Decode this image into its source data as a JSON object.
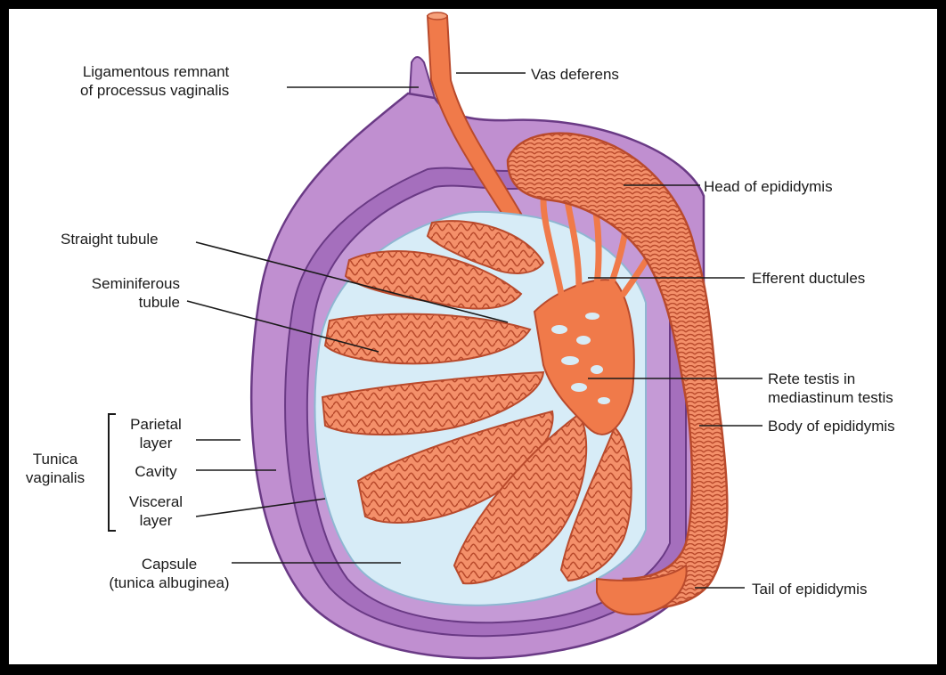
{
  "colors": {
    "outer_background": "#000000",
    "canvas": "#ffffff",
    "tunica_vaginalis": "#c08fd0",
    "tunica_outline": "#6a3a85",
    "capsule": "#d7ecf7",
    "tubules": "#f0835a",
    "tubule_outline": "#b94a2c",
    "leader_lines": "#1a1a1a"
  },
  "labels": {
    "ligament": {
      "line1": "Ligamentous remnant",
      "line2": "of processus vaginalis"
    },
    "vas_deferens": "Vas deferens",
    "head_epididymis": "Head of epididymis",
    "straight_tubule": "Straight tubule",
    "seminiferous": {
      "line1": "Seminiferous",
      "line2": "tubule"
    },
    "efferent_ductules": "Efferent ductules",
    "rete_testis": {
      "line1": "Rete testis in",
      "line2": "mediastinum testis"
    },
    "body_epididymis": "Body of epididymis",
    "tunica_group": {
      "line1": "Tunica",
      "line2": "vaginalis"
    },
    "parietal": {
      "line1": "Parietal",
      "line2": "layer"
    },
    "cavity": "Cavity",
    "visceral": {
      "line1": "Visceral",
      "line2": "layer"
    },
    "capsule": {
      "line1": "Capsule",
      "line2": "(tunica albuginea)"
    },
    "tail_epididymis": "Tail of epididymis"
  }
}
